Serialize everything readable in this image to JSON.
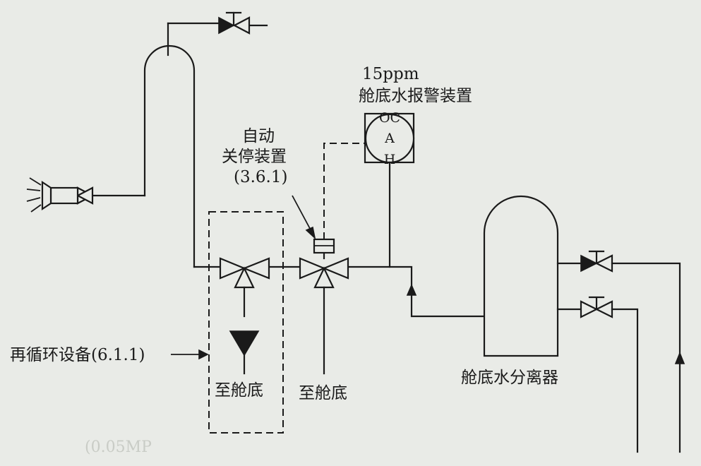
{
  "labels": {
    "alarm_ppm": "15ppm",
    "alarm_name": "舱底水报警装置",
    "auto_stop_line1": "自动",
    "auto_stop_line2": "关停装置",
    "auto_stop_ref": "(3.6.1)",
    "recirculation": "再循环设备(6.1.1)",
    "to_bilge_left": "至舱底",
    "to_bilge_right": "至舱底",
    "separator": "舱底水分离器",
    "alarm_letter_top": "OC",
    "alarm_letter_mid": "A",
    "alarm_letter_bot": "H"
  },
  "background_text": "(0.05MP",
  "colors": {
    "ink": "#1a1a1a",
    "paper": "#e9ebe7"
  }
}
